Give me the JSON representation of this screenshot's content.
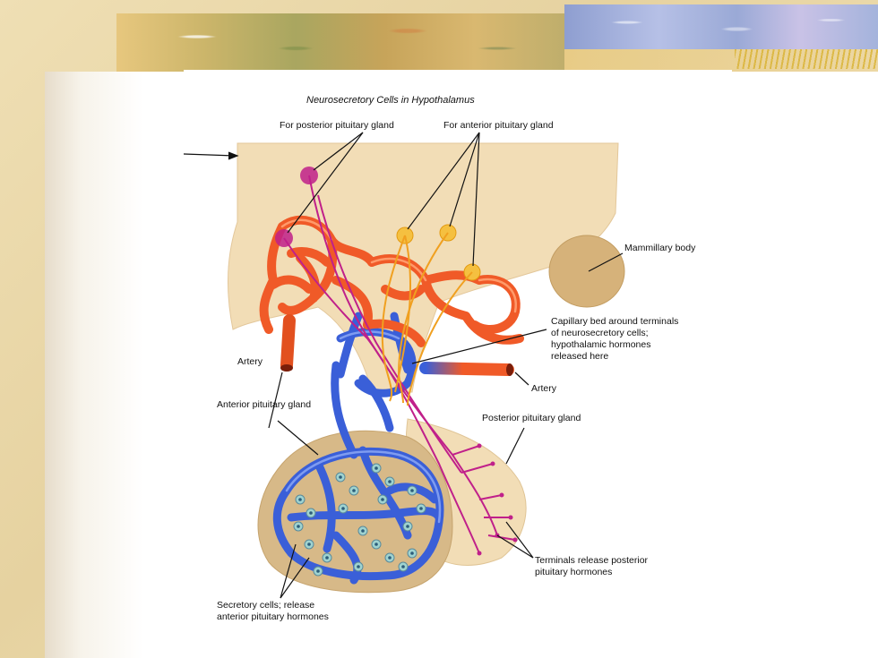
{
  "slide": {
    "figure": {
      "title": "Neurosecretory Cells in Hypothalamus",
      "labels": {
        "posterior_cells": "For posterior pituitary gland",
        "anterior_cells": "For anterior pituitary gland",
        "mammillary_body": "Mammillary body",
        "capillary_bed": [
          "Capillary bed around terminals",
          "of neurosecretory cells;",
          "hypothalamic hormones",
          "released here"
        ],
        "artery_left": "Artery",
        "artery_right": "Artery",
        "anterior_gland": "Anterior pituitary gland",
        "posterior_gland": "Posterior pituitary gland",
        "terminals": [
          "Terminals release posterior",
          "pituitary hormones"
        ],
        "secretory_cells": [
          "Secretory cells; release",
          "anterior pituitary hormones"
        ]
      },
      "colors": {
        "artery": "#f05a28",
        "vein": "#3a5fd8",
        "tissue": "#f2ddb6",
        "gland": "#d7b988",
        "axon_posterior": "#c0208a",
        "axon_anterior": "#f0a020"
      }
    }
  }
}
